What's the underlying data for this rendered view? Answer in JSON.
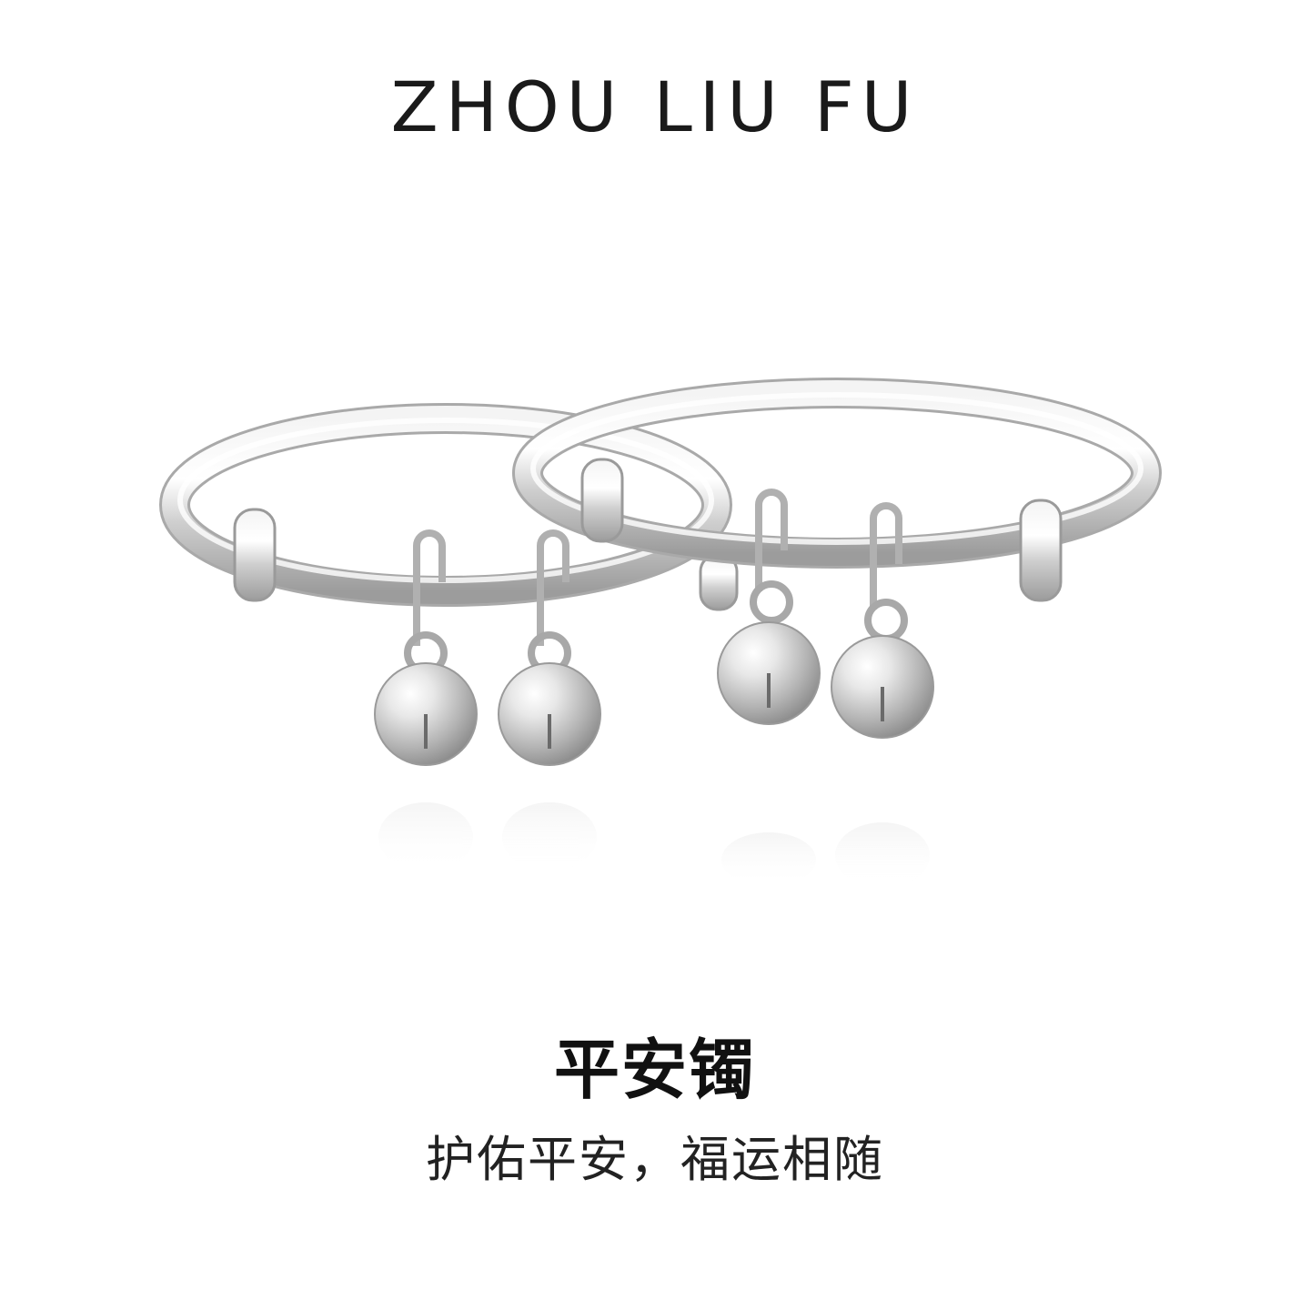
{
  "brand": {
    "name": "ZHOU LIU FU"
  },
  "product": {
    "title": "平安镯",
    "tagline": "护佑平安，福运相随"
  },
  "colors": {
    "background": "#ffffff",
    "text": "#1a1a1a",
    "silver_highlight": "#ffffff",
    "silver_mid": "#d9d9d9",
    "silver_shadow": "#9a9a9a"
  }
}
